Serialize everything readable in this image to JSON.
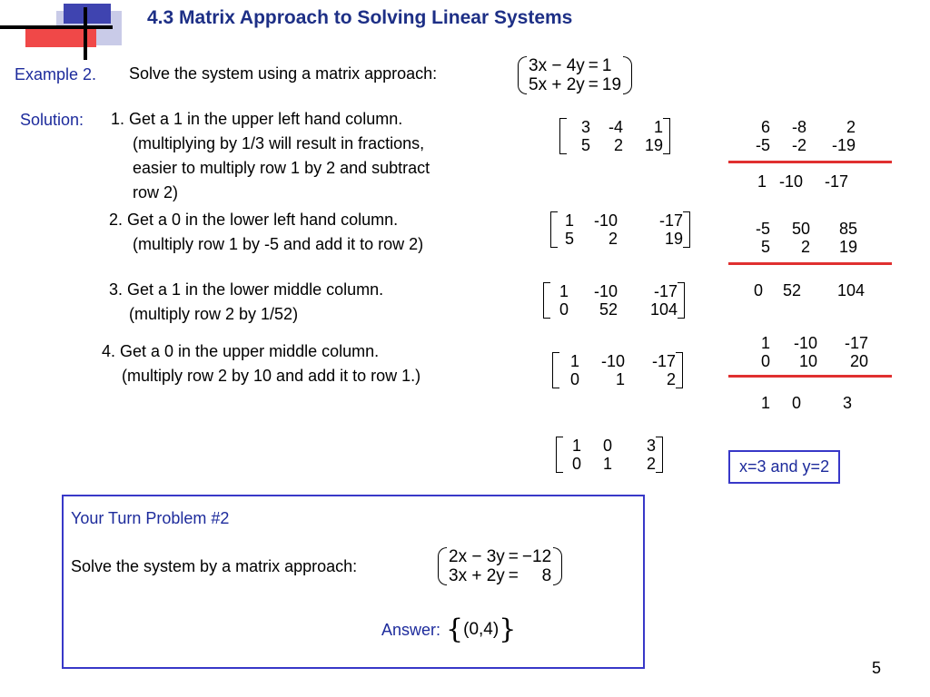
{
  "slide": {
    "title": "4.3  Matrix Approach to Solving Linear Systems",
    "page_number": "5"
  },
  "example": {
    "label": "Example 2.",
    "prompt": "Solve the system using a matrix approach:",
    "system": [
      {
        "lhs": "3x − 4y",
        "eq": "=",
        "rhs": "1"
      },
      {
        "lhs": "5x + 2y",
        "eq": "=",
        "rhs": "19"
      }
    ]
  },
  "solution": {
    "label": "Solution:",
    "steps": [
      {
        "lines": [
          "1. Get a 1 in the upper left hand column.",
          "(multiplying by 1/3 will result in fractions,",
          "easier to multiply row 1 by 2 and subtract",
          "row 2)"
        ]
      },
      {
        "lines": [
          "2. Get a 0 in the lower left hand column.",
          "(multiply row 1 by -5 and add it to row 2)"
        ]
      },
      {
        "lines": [
          "3. Get a 1 in the lower middle column.",
          "(multiply row 2 by 1/52)"
        ]
      },
      {
        "lines": [
          "4. Get a 0 in the upper middle column.",
          "(multiply row 2 by 10 and add it to row 1.)"
        ]
      }
    ],
    "matrices": [
      [
        [
          "3",
          "-4",
          "1"
        ],
        [
          "5",
          "2",
          "19"
        ]
      ],
      [
        [
          "1",
          "-10",
          "-17"
        ],
        [
          "5",
          "2",
          "19"
        ]
      ],
      [
        [
          "1",
          "-10",
          "-17"
        ],
        [
          "0",
          "52",
          "104"
        ]
      ],
      [
        [
          "1",
          "-10",
          "-17"
        ],
        [
          "0",
          "1",
          "2"
        ]
      ],
      [
        [
          "1",
          "0",
          "3"
        ],
        [
          "0",
          "1",
          "2"
        ]
      ]
    ],
    "work": [
      {
        "rows": [
          [
            "6",
            "-8",
            "2"
          ],
          [
            "-5",
            "-2",
            "-19"
          ]
        ],
        "result": [
          "1",
          "-10",
          "-17"
        ]
      },
      {
        "rows": [
          [
            "-5",
            "50",
            "85"
          ],
          [
            "5",
            "2",
            "19"
          ]
        ],
        "result": [
          "0",
          "52",
          "104"
        ]
      },
      {
        "rows": [
          [
            "1",
            "-10",
            "-17"
          ],
          [
            "0",
            "10",
            "20"
          ]
        ],
        "result": [
          "1",
          "0",
          "3"
        ]
      }
    ],
    "answer": "x=3 and y=2"
  },
  "your_turn": {
    "title": "Your Turn Problem #2",
    "prompt": "Solve the system by a matrix approach:",
    "system": [
      {
        "lhs": "2x − 3y",
        "eq": "=",
        "rhs": "−12"
      },
      {
        "lhs": "3x + 2y",
        "eq": "=",
        "rhs": "8"
      }
    ],
    "answer_label": "Answer:",
    "answer_value": "(0,4)"
  },
  "colors": {
    "title": "#1d2f86",
    "label_blue": "#1d2b9c",
    "box_border": "#3838c8",
    "red_line": "#e03030"
  }
}
